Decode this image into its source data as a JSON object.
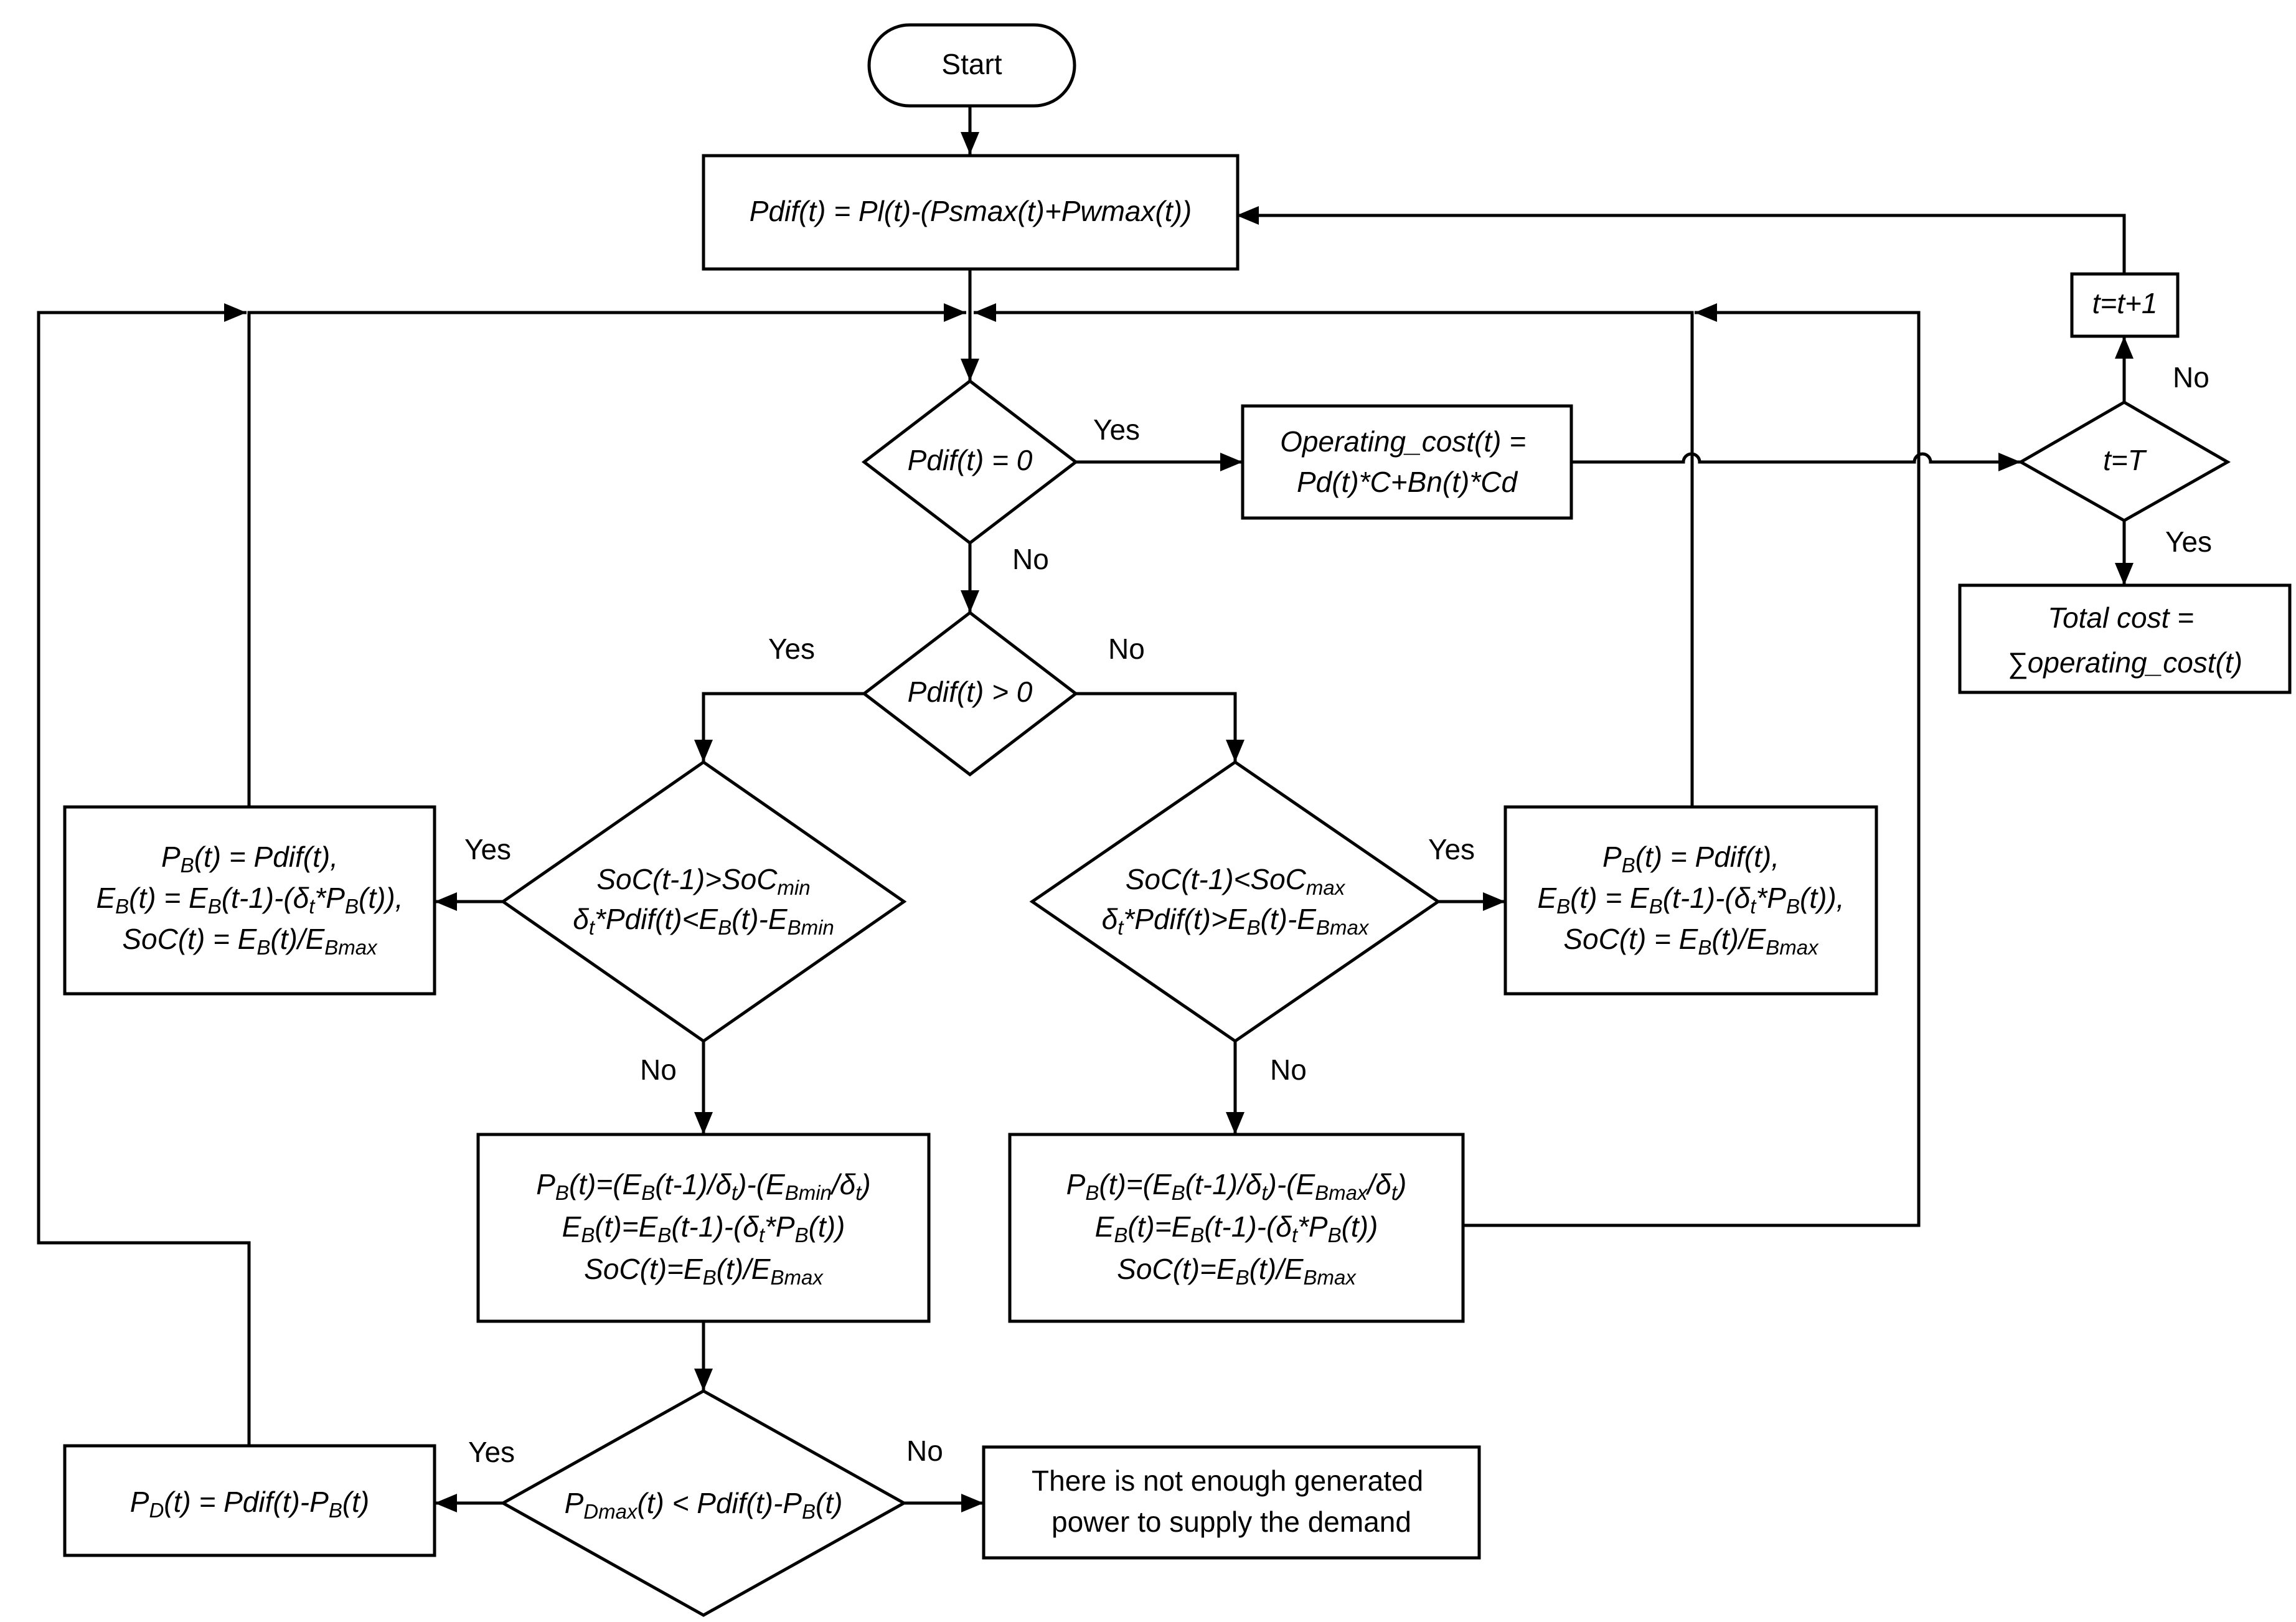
{
  "flowchart": {
    "start": "Start",
    "pdif": "Pdif(t) = Pl(t)-(Psmax(t)+Pwmax(t))",
    "time_step": "t=t+1",
    "check_zero": "Pdif(t) = 0",
    "operating_cost": [
      "Operating_cost(t) =",
      "Pd(t)*C+Bn(t)*Cd"
    ],
    "check_end": "t=T",
    "total_cost": [
      "Total cost =",
      "∑operating_cost(t)"
    ],
    "check_positive": "Pdif(t) > 0",
    "discharge_check": [
      [
        {
          "t": "SoC(t-1)>SoC"
        },
        {
          "t": "min",
          "s": true
        }
      ],
      [
        {
          "t": "δ"
        },
        {
          "t": "t",
          "s": true
        },
        {
          "t": "*Pdif(t)<E"
        },
        {
          "t": "B",
          "s": true
        },
        {
          "t": "(t)-E"
        },
        {
          "t": "Bmin",
          "s": true
        }
      ]
    ],
    "charge_check": [
      [
        {
          "t": "SoC(t-1)<SoC"
        },
        {
          "t": "max",
          "s": true
        }
      ],
      [
        {
          "t": "δ"
        },
        {
          "t": "t",
          "s": true
        },
        {
          "t": "*Pdif(t)>E"
        },
        {
          "t": "B",
          "s": true
        },
        {
          "t": "(t)-E"
        },
        {
          "t": "Bmax",
          "s": true
        }
      ]
    ],
    "discharge_update": [
      [
        {
          "t": "P"
        },
        {
          "t": "B",
          "s": true
        },
        {
          "t": "(t) = Pdif(t),"
        }
      ],
      [
        {
          "t": "E"
        },
        {
          "t": "B",
          "s": true
        },
        {
          "t": "(t) = E"
        },
        {
          "t": "B",
          "s": true
        },
        {
          "t": "(t-1)-(δ"
        },
        {
          "t": "t",
          "s": true
        },
        {
          "t": "*P"
        },
        {
          "t": "B",
          "s": true
        },
        {
          "t": "(t)),"
        }
      ],
      [
        {
          "t": "SoC(t) = E"
        },
        {
          "t": "B",
          "s": true
        },
        {
          "t": "(t)/E"
        },
        {
          "t": "Bmax",
          "s": true
        }
      ]
    ],
    "charge_update": [
      [
        {
          "t": "P"
        },
        {
          "t": "B",
          "s": true
        },
        {
          "t": "(t) = Pdif(t),"
        }
      ],
      [
        {
          "t": "E"
        },
        {
          "t": "B",
          "s": true
        },
        {
          "t": "(t) = E"
        },
        {
          "t": "B",
          "s": true
        },
        {
          "t": "(t-1)-(δ"
        },
        {
          "t": "t",
          "s": true
        },
        {
          "t": "*P"
        },
        {
          "t": "B",
          "s": true
        },
        {
          "t": "(t)),"
        }
      ],
      [
        {
          "t": "SoC(t) = E"
        },
        {
          "t": "B",
          "s": true
        },
        {
          "t": "(t)/E"
        },
        {
          "t": "Bmax",
          "s": true
        }
      ]
    ],
    "discharge_limit": [
      [
        {
          "t": "P"
        },
        {
          "t": "B",
          "s": true
        },
        {
          "t": "(t)=(E"
        },
        {
          "t": "B",
          "s": true
        },
        {
          "t": "(t-1)/δ"
        },
        {
          "t": "t",
          "s": true
        },
        {
          "t": ")-(E"
        },
        {
          "t": "Bmin",
          "s": true
        },
        {
          "t": "/δ"
        },
        {
          "t": "t",
          "s": true
        },
        {
          "t": ")"
        }
      ],
      [
        {
          "t": "E"
        },
        {
          "t": "B",
          "s": true
        },
        {
          "t": "(t)=E"
        },
        {
          "t": "B",
          "s": true
        },
        {
          "t": "(t-1)-(δ"
        },
        {
          "t": "t",
          "s": true
        },
        {
          "t": "*P"
        },
        {
          "t": "B",
          "s": true
        },
        {
          "t": "(t))"
        }
      ],
      [
        {
          "t": "SoC(t)=E"
        },
        {
          "t": "B",
          "s": true
        },
        {
          "t": "(t)/E"
        },
        {
          "t": "Bmax",
          "s": true
        }
      ]
    ],
    "charge_limit": [
      [
        {
          "t": "P"
        },
        {
          "t": "B",
          "s": true
        },
        {
          "t": "(t)=(E"
        },
        {
          "t": "B",
          "s": true
        },
        {
          "t": "(t-1)/δ"
        },
        {
          "t": "t",
          "s": true
        },
        {
          "t": ")-(E"
        },
        {
          "t": "Bmax",
          "s": true
        },
        {
          "t": "/δ"
        },
        {
          "t": "t",
          "s": true
        },
        {
          "t": ")"
        }
      ],
      [
        {
          "t": "E"
        },
        {
          "t": "B",
          "s": true
        },
        {
          "t": "(t)=E"
        },
        {
          "t": "B",
          "s": true
        },
        {
          "t": "(t-1)-(δ"
        },
        {
          "t": "t",
          "s": true
        },
        {
          "t": "*P"
        },
        {
          "t": "B",
          "s": true
        },
        {
          "t": "(t))"
        }
      ],
      [
        {
          "t": "SoC(t)=E"
        },
        {
          "t": "B",
          "s": true
        },
        {
          "t": "(t)/E"
        },
        {
          "t": "Bmax",
          "s": true
        }
      ]
    ],
    "diesel_check": [
      [
        {
          "t": "P"
        },
        {
          "t": "Dmax",
          "s": true
        },
        {
          "t": "(t) < Pdif(t)-P"
        },
        {
          "t": "B",
          "s": true
        },
        {
          "t": "(t)"
        }
      ]
    ],
    "diesel_update": [
      [
        {
          "t": "P"
        },
        {
          "t": "D",
          "s": true
        },
        {
          "t": "(t) = Pdif(t)-P"
        },
        {
          "t": "B",
          "s": true
        },
        {
          "t": "(t)"
        }
      ]
    ],
    "not_enough": [
      "There is not enough generated",
      "power  to supply the demand"
    ]
  },
  "labels": {
    "yes": "Yes",
    "no": "No"
  }
}
